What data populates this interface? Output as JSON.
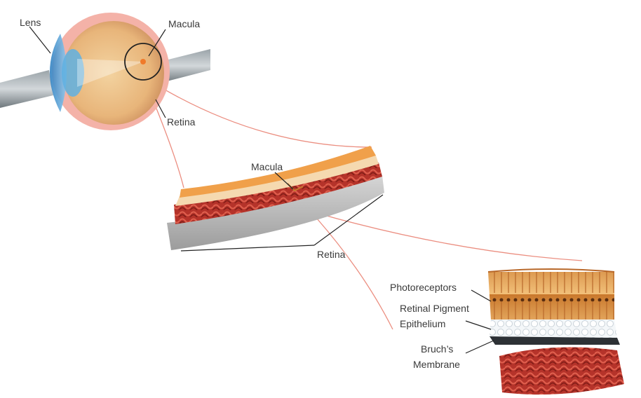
{
  "labels": {
    "lens": "Lens",
    "macula_eye": "Macula",
    "retina_eye": "Retina",
    "macula_section": "Macula",
    "retina_section": "Retina",
    "photoreceptors": "Photoreceptors",
    "rpe_line1": "Retinal Pigment",
    "rpe_line2": "Epithelium",
    "bruch_line1": "Bruch’s",
    "bruch_line2": "Membrane"
  },
  "colors": {
    "connector_red": "#e87a6a",
    "leader_black": "#222222",
    "sclera_pink": "#f4b2a8",
    "lens_blue": "#4aa3d8",
    "retina_orange": "#f0a04a",
    "choroid_red": "#c0392b",
    "support_gray": "#b8b8b8",
    "photoreceptor_orange": "#e8a24a"
  }
}
